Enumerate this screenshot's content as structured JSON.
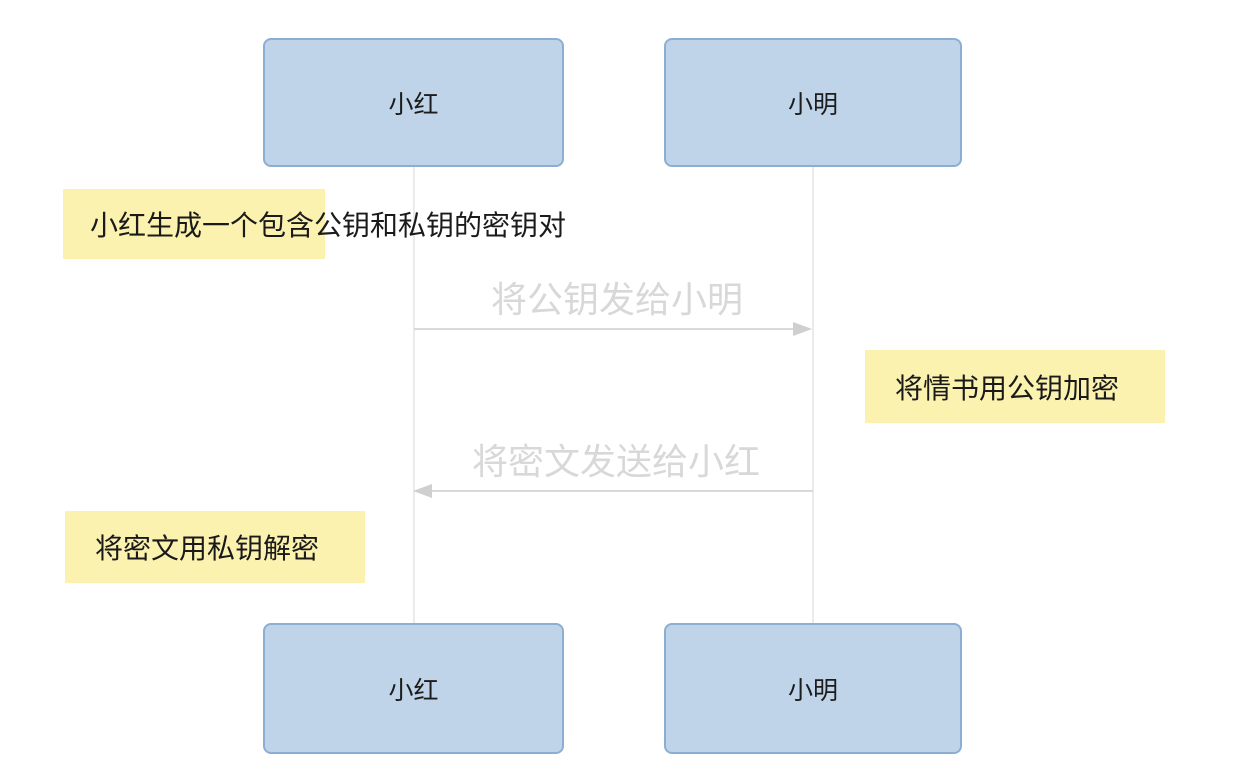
{
  "colors": {
    "background": "#ffffff",
    "actor_fill": "#bfd4e8",
    "actor_border": "#8caed3",
    "note_fill": "#fcf2af",
    "lifeline": "#ebebeb",
    "arrow": "#d9d9d9",
    "arrow_label": "#d8d8d8",
    "text": "#1a1a1a"
  },
  "actors": {
    "top_left": "小红",
    "top_right": "小明",
    "bottom_left": "小红",
    "bottom_right": "小明"
  },
  "notes": {
    "generate_keypair": "小红生成一个包含公钥和私钥的密钥对",
    "encrypt_with_public_key": "将情书用公钥加密",
    "decrypt_with_private_key": "将密文用私钥解密"
  },
  "messages": {
    "send_public_key": {
      "label": "将公钥发给小明",
      "from": "小红",
      "to": "小明",
      "direction": "left-to-right"
    },
    "send_ciphertext": {
      "label": "将密文发送给小红",
      "from": "小明",
      "to": "小红",
      "direction": "right-to-left"
    }
  }
}
